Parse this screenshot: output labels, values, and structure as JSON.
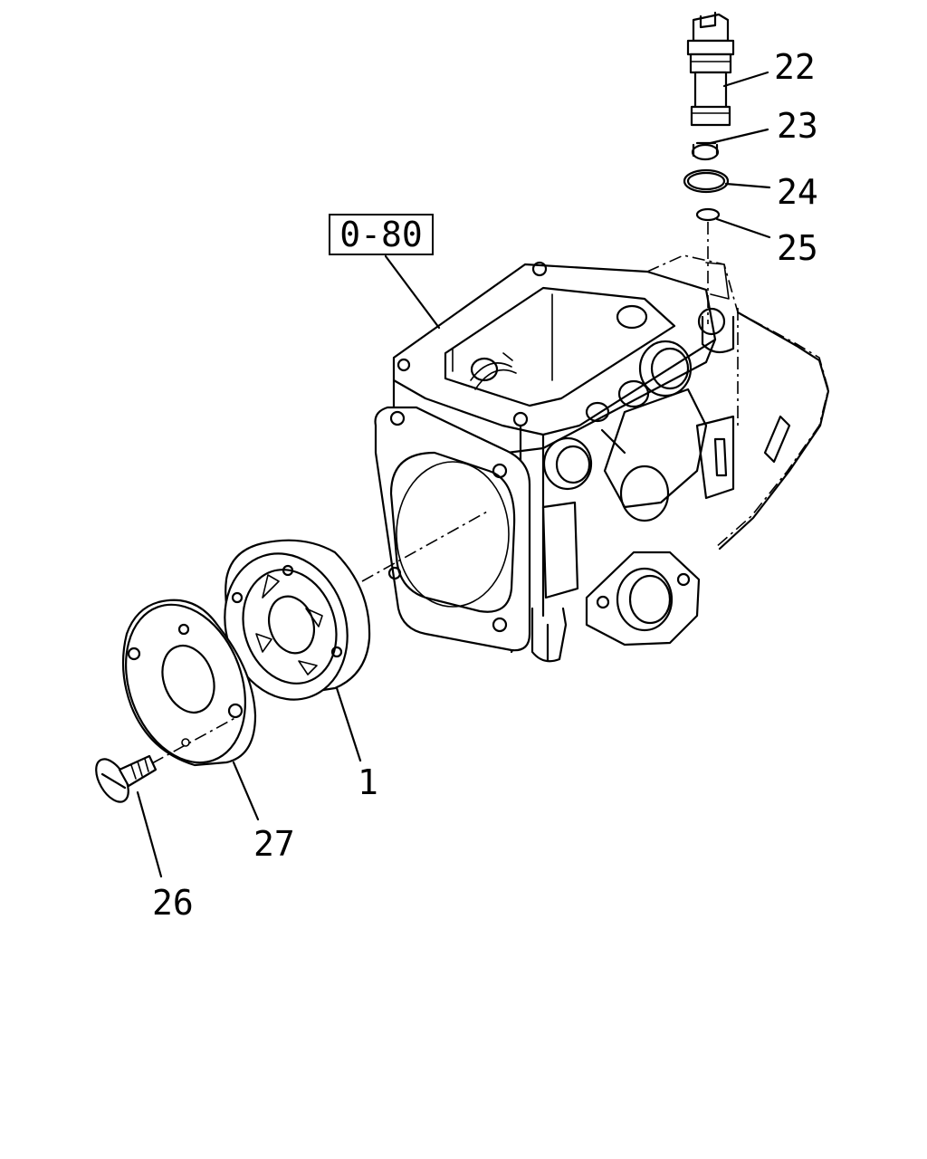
{
  "diagram": {
    "reference_box": "0-80",
    "callouts": [
      {
        "id": "22",
        "text": "22"
      },
      {
        "id": "23",
        "text": "23"
      },
      {
        "id": "24",
        "text": "24"
      },
      {
        "id": "25",
        "text": "25"
      },
      {
        "id": "1",
        "text": "1"
      },
      {
        "id": "27",
        "text": "27"
      },
      {
        "id": "26",
        "text": "26"
      }
    ]
  }
}
